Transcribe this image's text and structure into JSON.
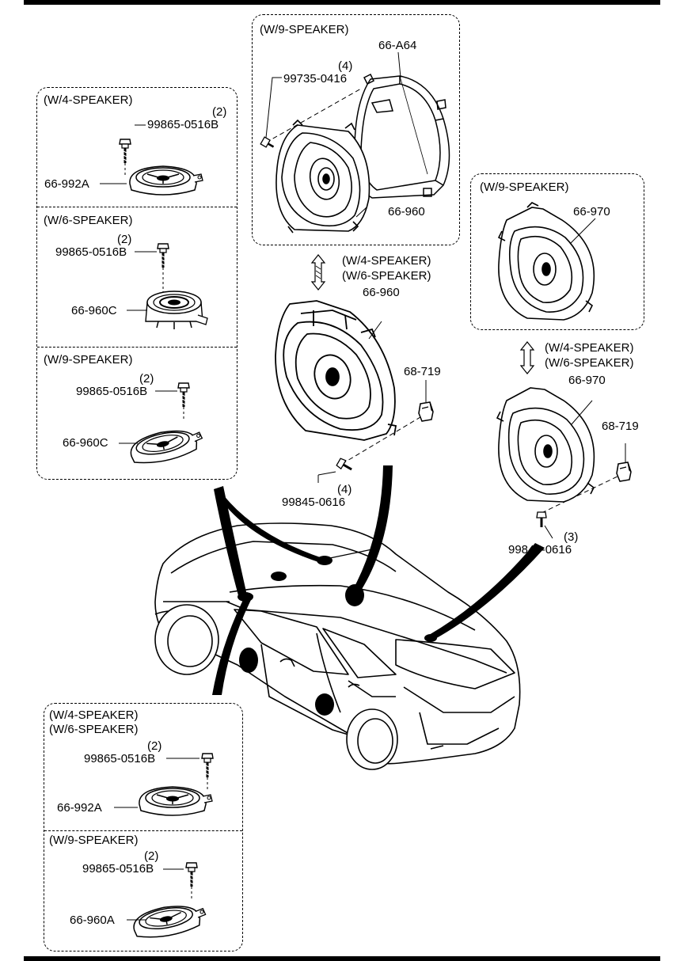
{
  "panels": {
    "top_center": {
      "caption": "(W/9-SPEAKER)"
    },
    "left": {
      "w4": {
        "caption": "(W/4-SPEAKER)",
        "qty": "(2)",
        "bolt": "99865-0516B",
        "part": "66-992A"
      },
      "w6": {
        "caption": "(W/6-SPEAKER)",
        "qty": "(2)",
        "bolt": "99865-0516B",
        "part": "66-960C"
      },
      "w9": {
        "caption": "(W/9-SPEAKER)",
        "qty": "(2)",
        "bolt": "99865-0516B",
        "part": "66-960C"
      }
    },
    "right": {
      "caption": "(W/9-SPEAKER)",
      "part": "66-970"
    },
    "bottom_left": {
      "w46": {
        "caption1": "(W/4-SPEAKER)",
        "caption2": "(W/6-SPEAKER)",
        "qty": "(2)",
        "bolt": "99865-0516B",
        "part": "66-992A"
      },
      "w9": {
        "caption": "(W/9-SPEAKER)",
        "qty": "(2)",
        "bolt": "99865-0516B",
        "part": "66-960A"
      }
    }
  },
  "labels": {
    "bracket": "66-A64",
    "screw_qty": "(4)",
    "screw": "99735-0416",
    "top_speaker": "66-960",
    "center_caption1": "(W/4-SPEAKER)",
    "center_caption2": "(W/6-SPEAKER)",
    "center_speaker": "66-960",
    "center_clip": "68-719",
    "center_bolt_qty": "(4)",
    "center_bolt": "99845-0616",
    "right_caption1": "(W/4-SPEAKER)",
    "right_caption2": "(W/6-SPEAKER)",
    "right_speaker": "66-970",
    "right_clip": "68-719",
    "right_bolt_qty": "(3)",
    "right_bolt": "99845-0616"
  }
}
